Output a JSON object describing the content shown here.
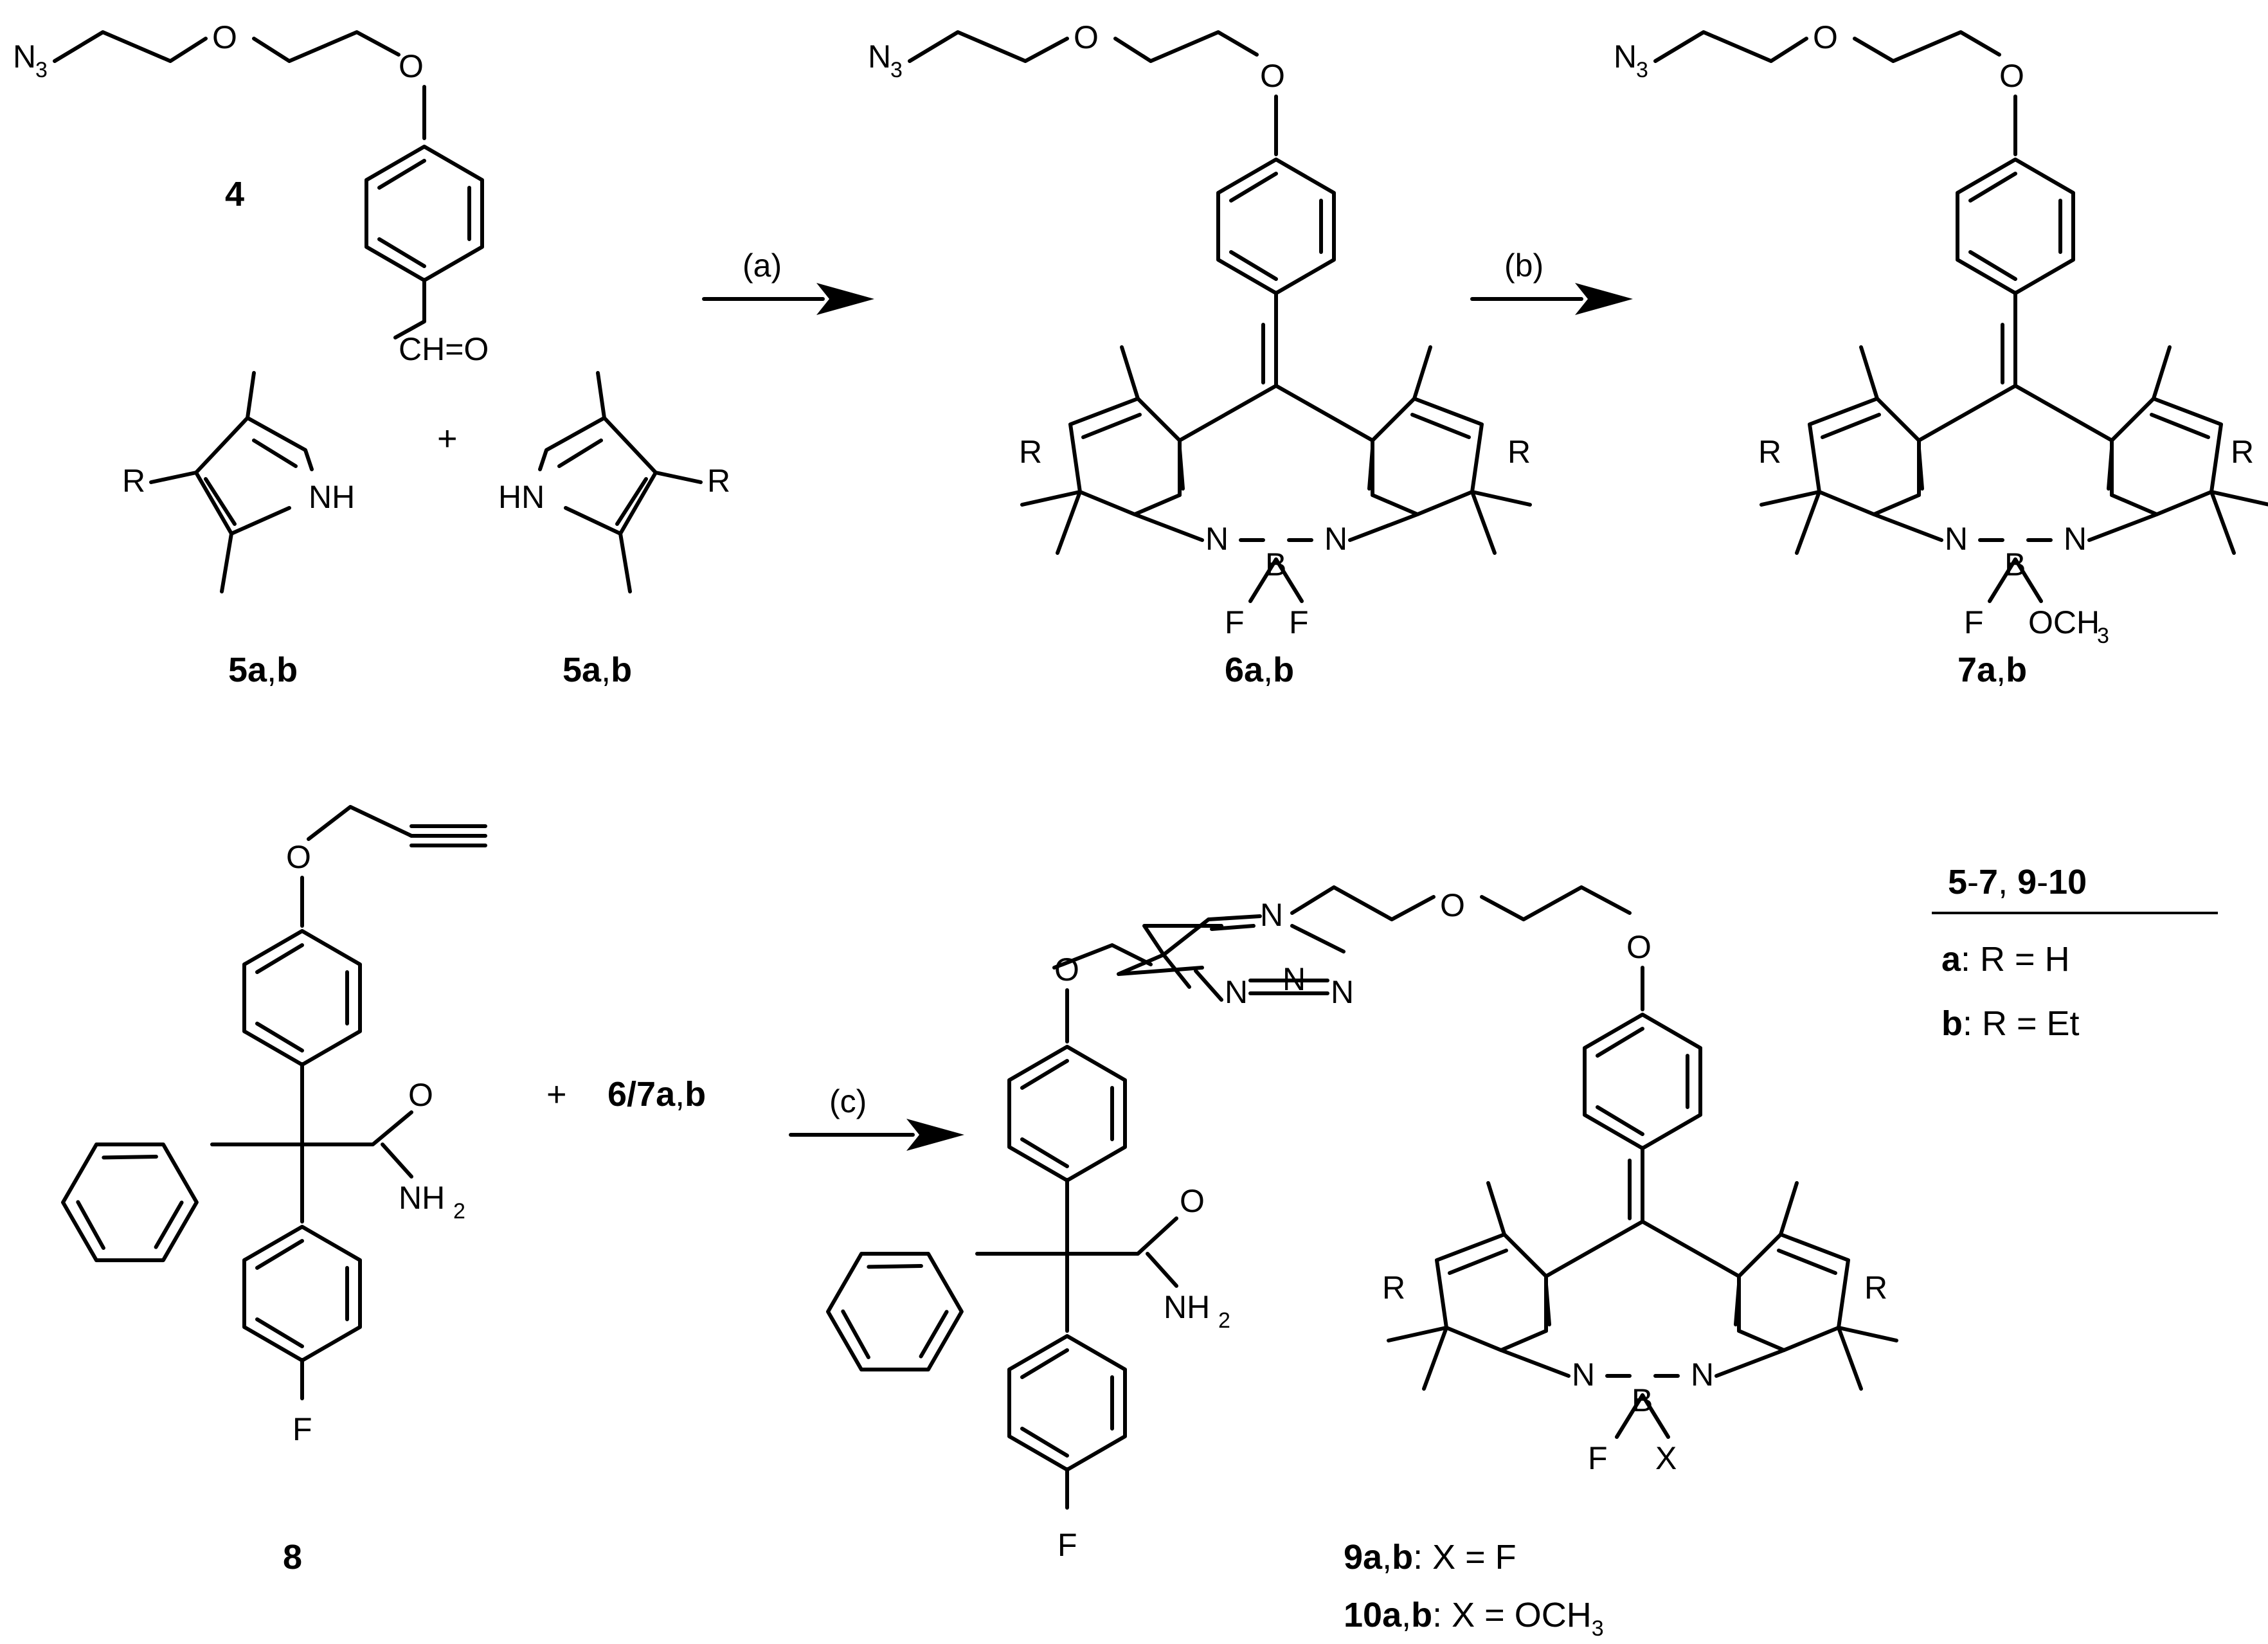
{
  "atoms": {
    "n3": "N",
    "n3_sub": "3",
    "o": "O",
    "n": "N",
    "b": "B",
    "f": "F",
    "r": "R",
    "x": "X",
    "nh": "NH",
    "hn": "HN",
    "cho": "CH=O",
    "nh2": "NH",
    "nh2_sub": "2",
    "och3": "OCH",
    "och3_sub": "3"
  },
  "plus": "+",
  "conditions": {
    "a": "(a)",
    "b": "(b)",
    "c": "(c)"
  },
  "compounds": {
    "c4": "4",
    "c8": "8",
    "c5": {
      "num": "5",
      "let": "a",
      "sep": ",",
      "let2": "b"
    },
    "c6": {
      "num": "6",
      "let": "a",
      "sep": ",",
      "let2": "b"
    },
    "c7": {
      "num": "7",
      "let": "a",
      "sep": ",",
      "let2": "b"
    },
    "c67": {
      "num": "6/7",
      "let": "a",
      "sep": ",",
      "let2": "b"
    }
  },
  "legend": {
    "header_a": "5",
    "header_dash1": "-",
    "header_b": "7",
    "header_comma": ", ",
    "header_c": "9",
    "header_dash2": "-",
    "header_d": "10",
    "row_a_key": "a",
    "row_a_val": ": R = H",
    "row_b_key": "b",
    "row_b_val": ": R = Et"
  },
  "products": {
    "p9_num": "9",
    "p9_let": "a",
    "p9_sep": ",",
    "p9_let2": "b",
    "p9_val": ": X = F",
    "p10_num": "10",
    "p10_let": "a",
    "p10_sep": ",",
    "p10_let2": "b",
    "p10_val": ": X = OCH",
    "p10_sub": "3"
  }
}
